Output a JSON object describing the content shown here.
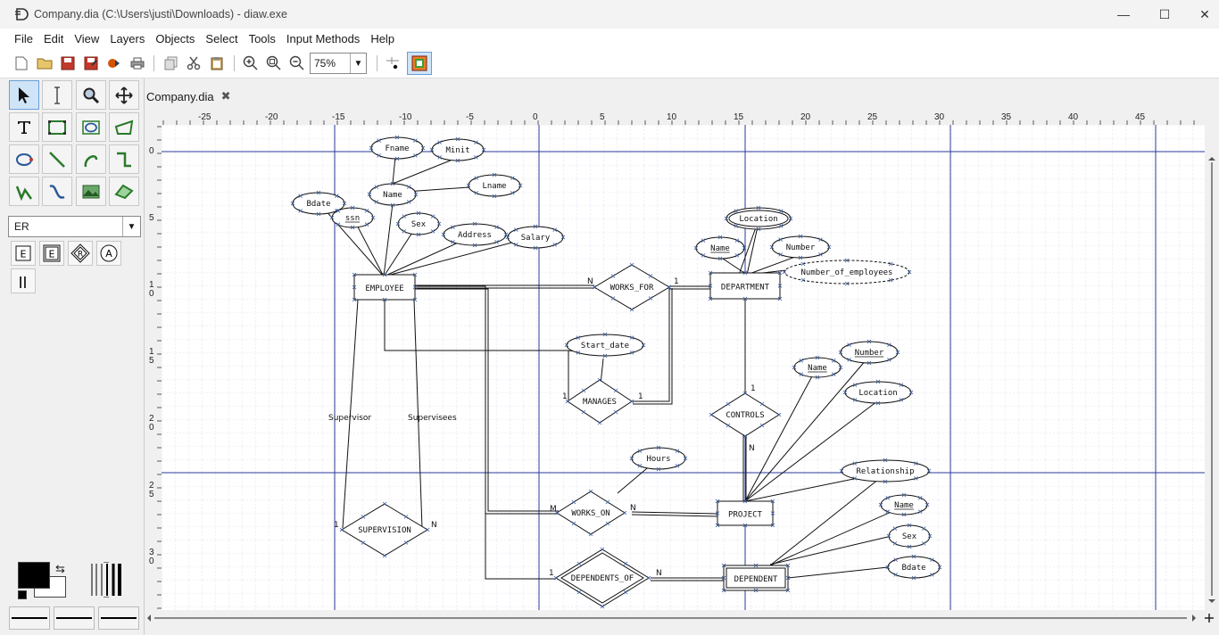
{
  "window": {
    "title": "Company.dia (C:\\Users\\justi\\Downloads) - diaw.exe",
    "controls": {
      "minimize": "—",
      "maximize": "☐",
      "close": "✕"
    }
  },
  "menu": [
    "File",
    "Edit",
    "View",
    "Layers",
    "Objects",
    "Select",
    "Tools",
    "Input Methods",
    "Help"
  ],
  "toolbar": {
    "zoom": "75%",
    "icons": [
      "new-icon",
      "open-icon",
      "save-icon",
      "save-as-icon",
      "export-icon",
      "print-icon",
      "copy-icon",
      "cut-icon",
      "paste-icon",
      "zoom-in-icon",
      "zoom-fit-icon",
      "zoom-out-icon",
      "snap-to-grid-icon",
      "snap-to-objects-icon"
    ]
  },
  "toolbox": {
    "tools": [
      "modify",
      "text-edit",
      "magnify",
      "scroll",
      "text",
      "box",
      "ellipse",
      "polygon",
      "beziergon",
      "line",
      "arc",
      "zigzag-line",
      "polyline",
      "bezier-line",
      "image",
      "outline"
    ],
    "sheet": "ER",
    "sheet_shapes": [
      "E",
      "E",
      "R",
      "A",
      "||"
    ]
  },
  "tab": {
    "label": "Company.dia"
  },
  "ruler": {
    "h_labels": [
      "-25",
      "-20",
      "-15",
      "-10",
      "-5",
      "0",
      "5",
      "10",
      "15",
      "20",
      "25",
      "30",
      "35",
      "40",
      "45"
    ],
    "v_labels": [
      "0",
      "5",
      "10",
      "15",
      "20",
      "25",
      "30"
    ]
  },
  "diagram": {
    "entities": [
      {
        "id": "employee",
        "label": "EMPLOYEE"
      },
      {
        "id": "department",
        "label": "DEPARTMENT"
      },
      {
        "id": "project",
        "label": "PROJECT"
      },
      {
        "id": "dependent",
        "label": "DEPENDENT"
      }
    ],
    "relationships": [
      {
        "id": "works_for",
        "label": "WORKS_FOR"
      },
      {
        "id": "manages",
        "label": "MANAGES"
      },
      {
        "id": "controls",
        "label": "CONTROLS"
      },
      {
        "id": "works_on",
        "label": "WORKS_ON"
      },
      {
        "id": "supervision",
        "label": "SUPERVISION"
      },
      {
        "id": "dependents_of",
        "label": "DEPENDENTS_OF"
      }
    ],
    "attributes": [
      {
        "id": "fname",
        "label": "Fname"
      },
      {
        "id": "minit",
        "label": "Minit"
      },
      {
        "id": "name_emp",
        "label": "Name"
      },
      {
        "id": "lname",
        "label": "Lname"
      },
      {
        "id": "bdate_emp",
        "label": "Bdate"
      },
      {
        "id": "ssn",
        "label": "ssn"
      },
      {
        "id": "sex_emp",
        "label": "Sex"
      },
      {
        "id": "address",
        "label": "Address"
      },
      {
        "id": "salary",
        "label": "Salary"
      },
      {
        "id": "location_dept",
        "label": "Location"
      },
      {
        "id": "name_dept",
        "label": "Name"
      },
      {
        "id": "number_dept",
        "label": "Number"
      },
      {
        "id": "num_employees",
        "label": "Number_of_employees"
      },
      {
        "id": "start_date",
        "label": "Start_date"
      },
      {
        "id": "name_proj",
        "label": "Name"
      },
      {
        "id": "number_proj",
        "label": "Number"
      },
      {
        "id": "location_proj",
        "label": "Location"
      },
      {
        "id": "hours",
        "label": "Hours"
      },
      {
        "id": "relationship",
        "label": "Relationship"
      },
      {
        "id": "name_dep",
        "label": "Name"
      },
      {
        "id": "sex_dep",
        "label": "Sex"
      },
      {
        "id": "bdate_dep",
        "label": "Bdate"
      }
    ],
    "labels": [
      {
        "id": "wf_n",
        "text": "N"
      },
      {
        "id": "wf_1",
        "text": "1"
      },
      {
        "id": "mg_1a",
        "text": "1"
      },
      {
        "id": "mg_1b",
        "text": "1"
      },
      {
        "id": "ct_1",
        "text": "1"
      },
      {
        "id": "ct_n",
        "text": "N"
      },
      {
        "id": "wo_m",
        "text": "M"
      },
      {
        "id": "wo_n",
        "text": "N"
      },
      {
        "id": "sv_1",
        "text": "1"
      },
      {
        "id": "sv_n",
        "text": "N"
      },
      {
        "id": "do_1",
        "text": "1"
      },
      {
        "id": "do_n",
        "text": "N"
      },
      {
        "id": "supervisor",
        "text": "Supervisor"
      },
      {
        "id": "supervisee",
        "text": "Supervisees"
      }
    ]
  }
}
